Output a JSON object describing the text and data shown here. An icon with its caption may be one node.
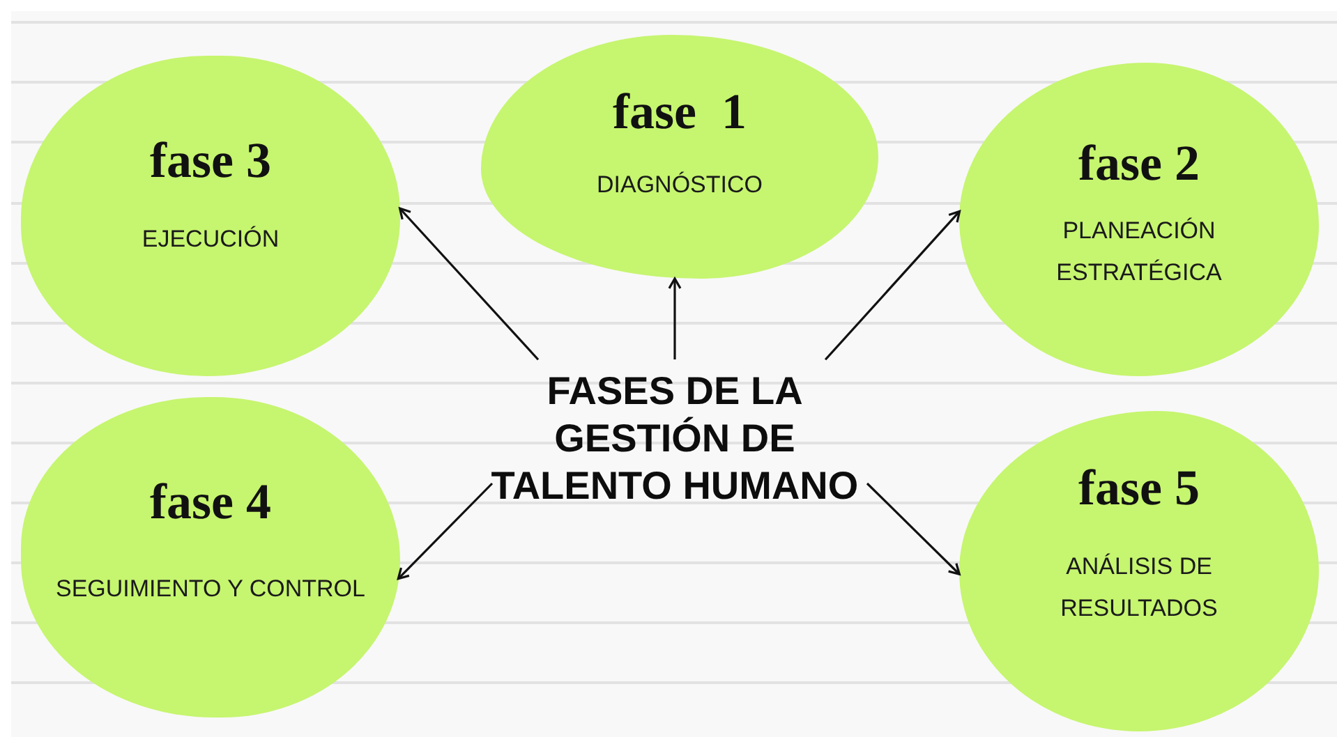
{
  "diagram": {
    "nodes": [
      {
        "text": [
          "fase 3",
          "EJECUCIÓN"
        ]
      },
      {
        "text": [
          "fase  1",
          "DIAGNÓSTICO"
        ]
      },
      {
        "text": [
          "fase 2",
          "PLANEACIÓN ESTRATÉGICA"
        ]
      },
      {
        "text": [
          "FASES DE LA GESTIÓN DE TALENTO HUMANO"
        ]
      },
      {
        "text": [
          "fase 4",
          "SEGUIMIENTO Y CONTROL"
        ]
      },
      {
        "text": [
          "fase 5",
          "ANÁLISIS DE RESULTADOS"
        ]
      }
    ],
    "edges": [
      {
        "from": 3,
        "to": 0,
        "arrow": "to"
      },
      {
        "from": 3,
        "to": 1,
        "arrow": "to"
      },
      {
        "from": 3,
        "to": 2,
        "arrow": "to"
      },
      {
        "from": 3,
        "to": 4,
        "arrow": "to"
      },
      {
        "from": 3,
        "to": 5,
        "arrow": "to"
      }
    ]
  }
}
